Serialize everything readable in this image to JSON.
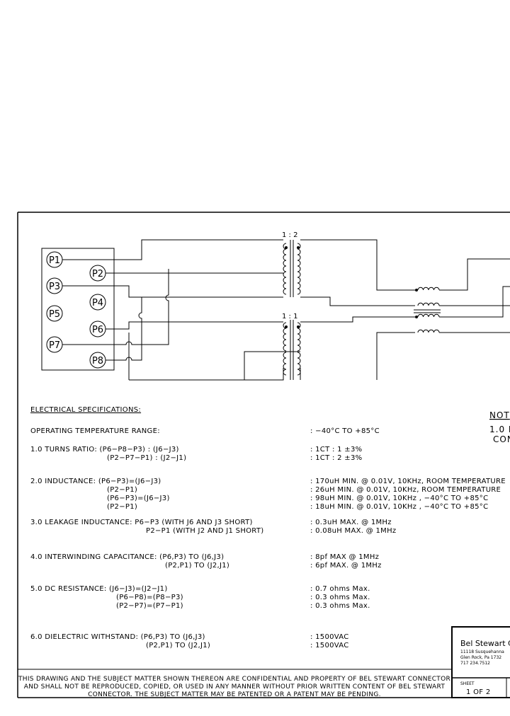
{
  "pins": {
    "p1": "P1",
    "p2": "P2",
    "p3": "P3",
    "p4": "P4",
    "p5": "P5",
    "p6": "P6",
    "p7": "P7",
    "p8": "P8"
  },
  "ratios": {
    "top": "1 : 2",
    "bottom": "1 : 1"
  },
  "specs": {
    "heading": "ELECTRICAL SPECIFICATIONS:",
    "temp_label": "OPERATING TEMPERATURE RANGE:",
    "temp_value": ":  −40°C TO +85°C",
    "s1_label": "1.0  TURNS RATIO: (P6−P8−P3) : (J6−J3)",
    "s1_sub": "(P2−P7−P1) : (J2−J1)",
    "s1_v1": ":  1CT : 1 ±3%",
    "s1_v2": ":  1CT : 2 ±3%",
    "s2_label": "2.0  INDUCTANCE:  (P6−P3)=(J6−J3)",
    "s2_sub1": "(P2−P1)",
    "s2_sub2": "(P6−P3)=(J6−J3)",
    "s2_sub3": "(P2−P1)",
    "s2_v1": ":  170uH MIN. @ 0.01V, 10KHz, ROOM TEMPERATURE",
    "s2_v2": ":  26uH MIN. @ 0.01V, 10KHz, ROOM TEMPERATURE",
    "s2_v3": ":  98uH MIN. @ 0.01V, 10KHz , −40°C TO +85°C",
    "s2_v4": ":  18uH MIN. @ 0.01V, 10KHz , −40°C TO +85°C",
    "s3_label": "3.0  LEAKAGE INDUCTANCE:   P6−P3  (WITH J6 AND J3 SHORT)",
    "s3_sub": "P2−P1  (WITH J2 AND J1 SHORT)",
    "s3_v1": ":  0.3uH MAX. @ 1MHz",
    "s3_v2": ":  0.08uH MAX. @ 1MHz",
    "s4_label": "4.0  INTERWINDING CAPACITANCE:  (P6,P3)  TO  (J6,J3)",
    "s4_sub": "(P2,P1)  TO  (J2,J1)",
    "s4_v1": ":  8pf MAX @ 1MHz",
    "s4_v2": ":  6pf MAX. @ 1MHz",
    "s5_label": "5.0  DC RESISTANCE:  (J6−J3)=(J2−J1)",
    "s5_sub1": "(P6−P8)=(P8−P3)",
    "s5_sub2": "(P2−P7)=(P7−P1)",
    "s5_v1": ":  0.7  ohms  Max.",
    "s5_v2": ":  0.3  ohms  Max.",
    "s5_v3": ":  0.3  ohms  Max.",
    "s6_label": "6.0  DIELECTRIC WITHSTAND:  (P6,P3)  TO  (J6,J3)",
    "s6_sub": "(P2,P1)  TO  (J2,J1)",
    "s6_v1": ":  1500VAC",
    "s6_v2": ":  1500VAC"
  },
  "notes": {
    "heading": "NOT",
    "line1": "1.0  I",
    "line2": "CON"
  },
  "footer": {
    "line1": "THIS DRAWING AND THE SUBJECT MATTER SHOWN THEREON ARE CONFIDENTIAL AND PROPERTY OF BEL STEWART CONNECTOR",
    "line2": "AND SHALL NOT BE REPRODUCED, COPIED, OR USED IN ANY MANNER WITHOUT PRIOR WRITTEN CONTENT OF BEL STEWART",
    "line3": "CONNECTOR.  THE SUBJECT MATTER MAY BE PATENTED OR A PATENT MAY BE PENDING."
  },
  "title_block": {
    "company": "Bel Stewart C",
    "addr1": "11118 Susquehanna",
    "addr2": "Glen Rock, Pa  1732",
    "phone": "717 234.7512",
    "sheet_label": "SHEET",
    "sheet_value": "1  OF  2"
  }
}
